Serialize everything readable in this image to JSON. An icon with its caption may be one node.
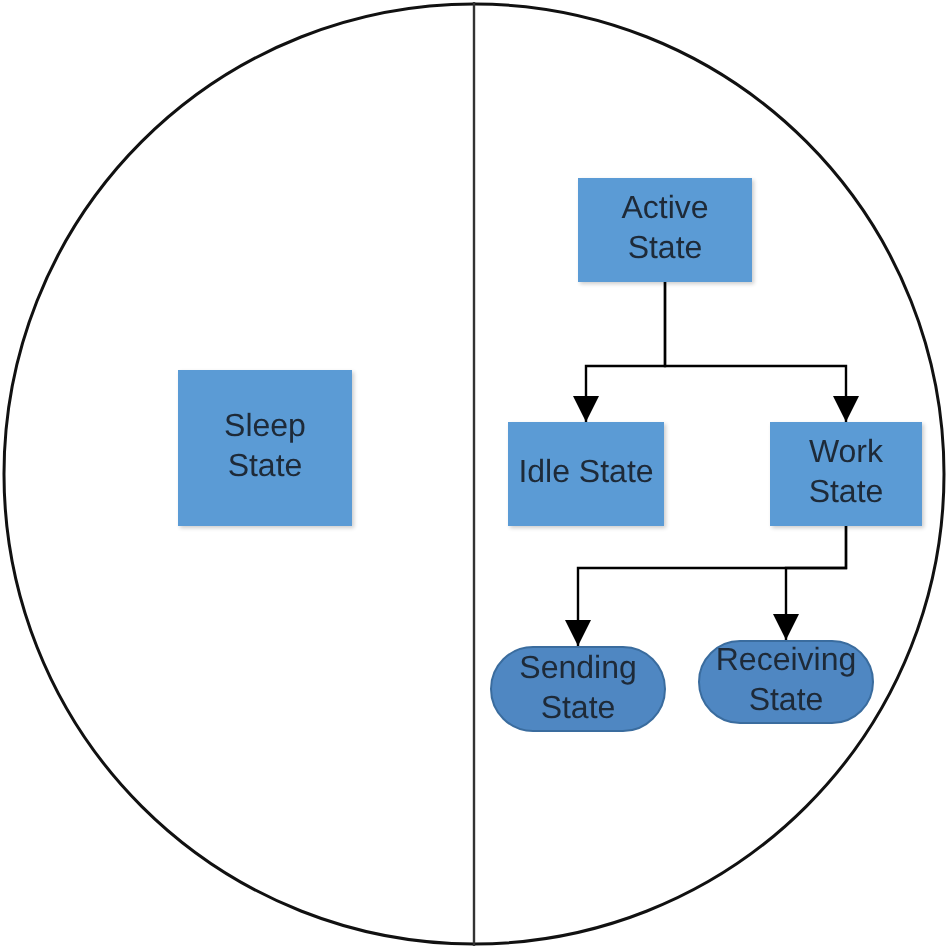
{
  "diagram": {
    "nodes": [
      {
        "text": [
          "Sleep State"
        ]
      },
      {
        "text": [
          "Active State"
        ]
      },
      {
        "text": [
          "Idle State"
        ]
      },
      {
        "text": [
          "Work State"
        ]
      },
      {
        "text": [
          "Sending State"
        ]
      },
      {
        "text": [
          "Receiving State"
        ]
      }
    ],
    "edges": [
      {
        "from": 1,
        "to": 2,
        "arrow": "to"
      },
      {
        "from": 1,
        "to": 3,
        "arrow": "to"
      },
      {
        "from": 3,
        "to": 4,
        "arrow": "to"
      },
      {
        "from": 3,
        "to": 5,
        "arrow": "to"
      }
    ]
  }
}
